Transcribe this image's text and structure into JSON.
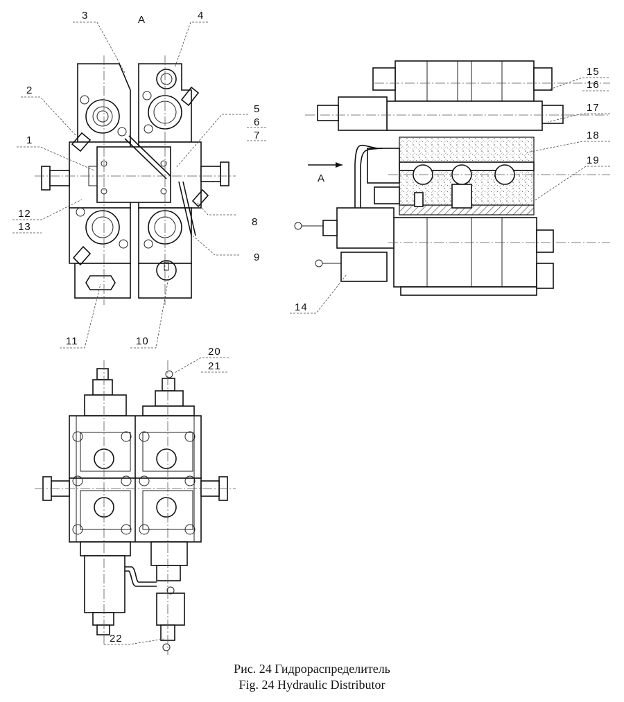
{
  "figure": {
    "caption_ru": "Рис. 24 Гидрораспределитель",
    "caption_en": "Fig. 24 Hydraulic Distributor",
    "view_mark": "A",
    "view_arrow_label": "A"
  },
  "callouts": [
    "1",
    "2",
    "3",
    "4",
    "5",
    "6",
    "7",
    "8",
    "9",
    "10",
    "11",
    "12",
    "13",
    "14",
    "15",
    "16",
    "17",
    "18",
    "19",
    "20",
    "21",
    "22"
  ]
}
